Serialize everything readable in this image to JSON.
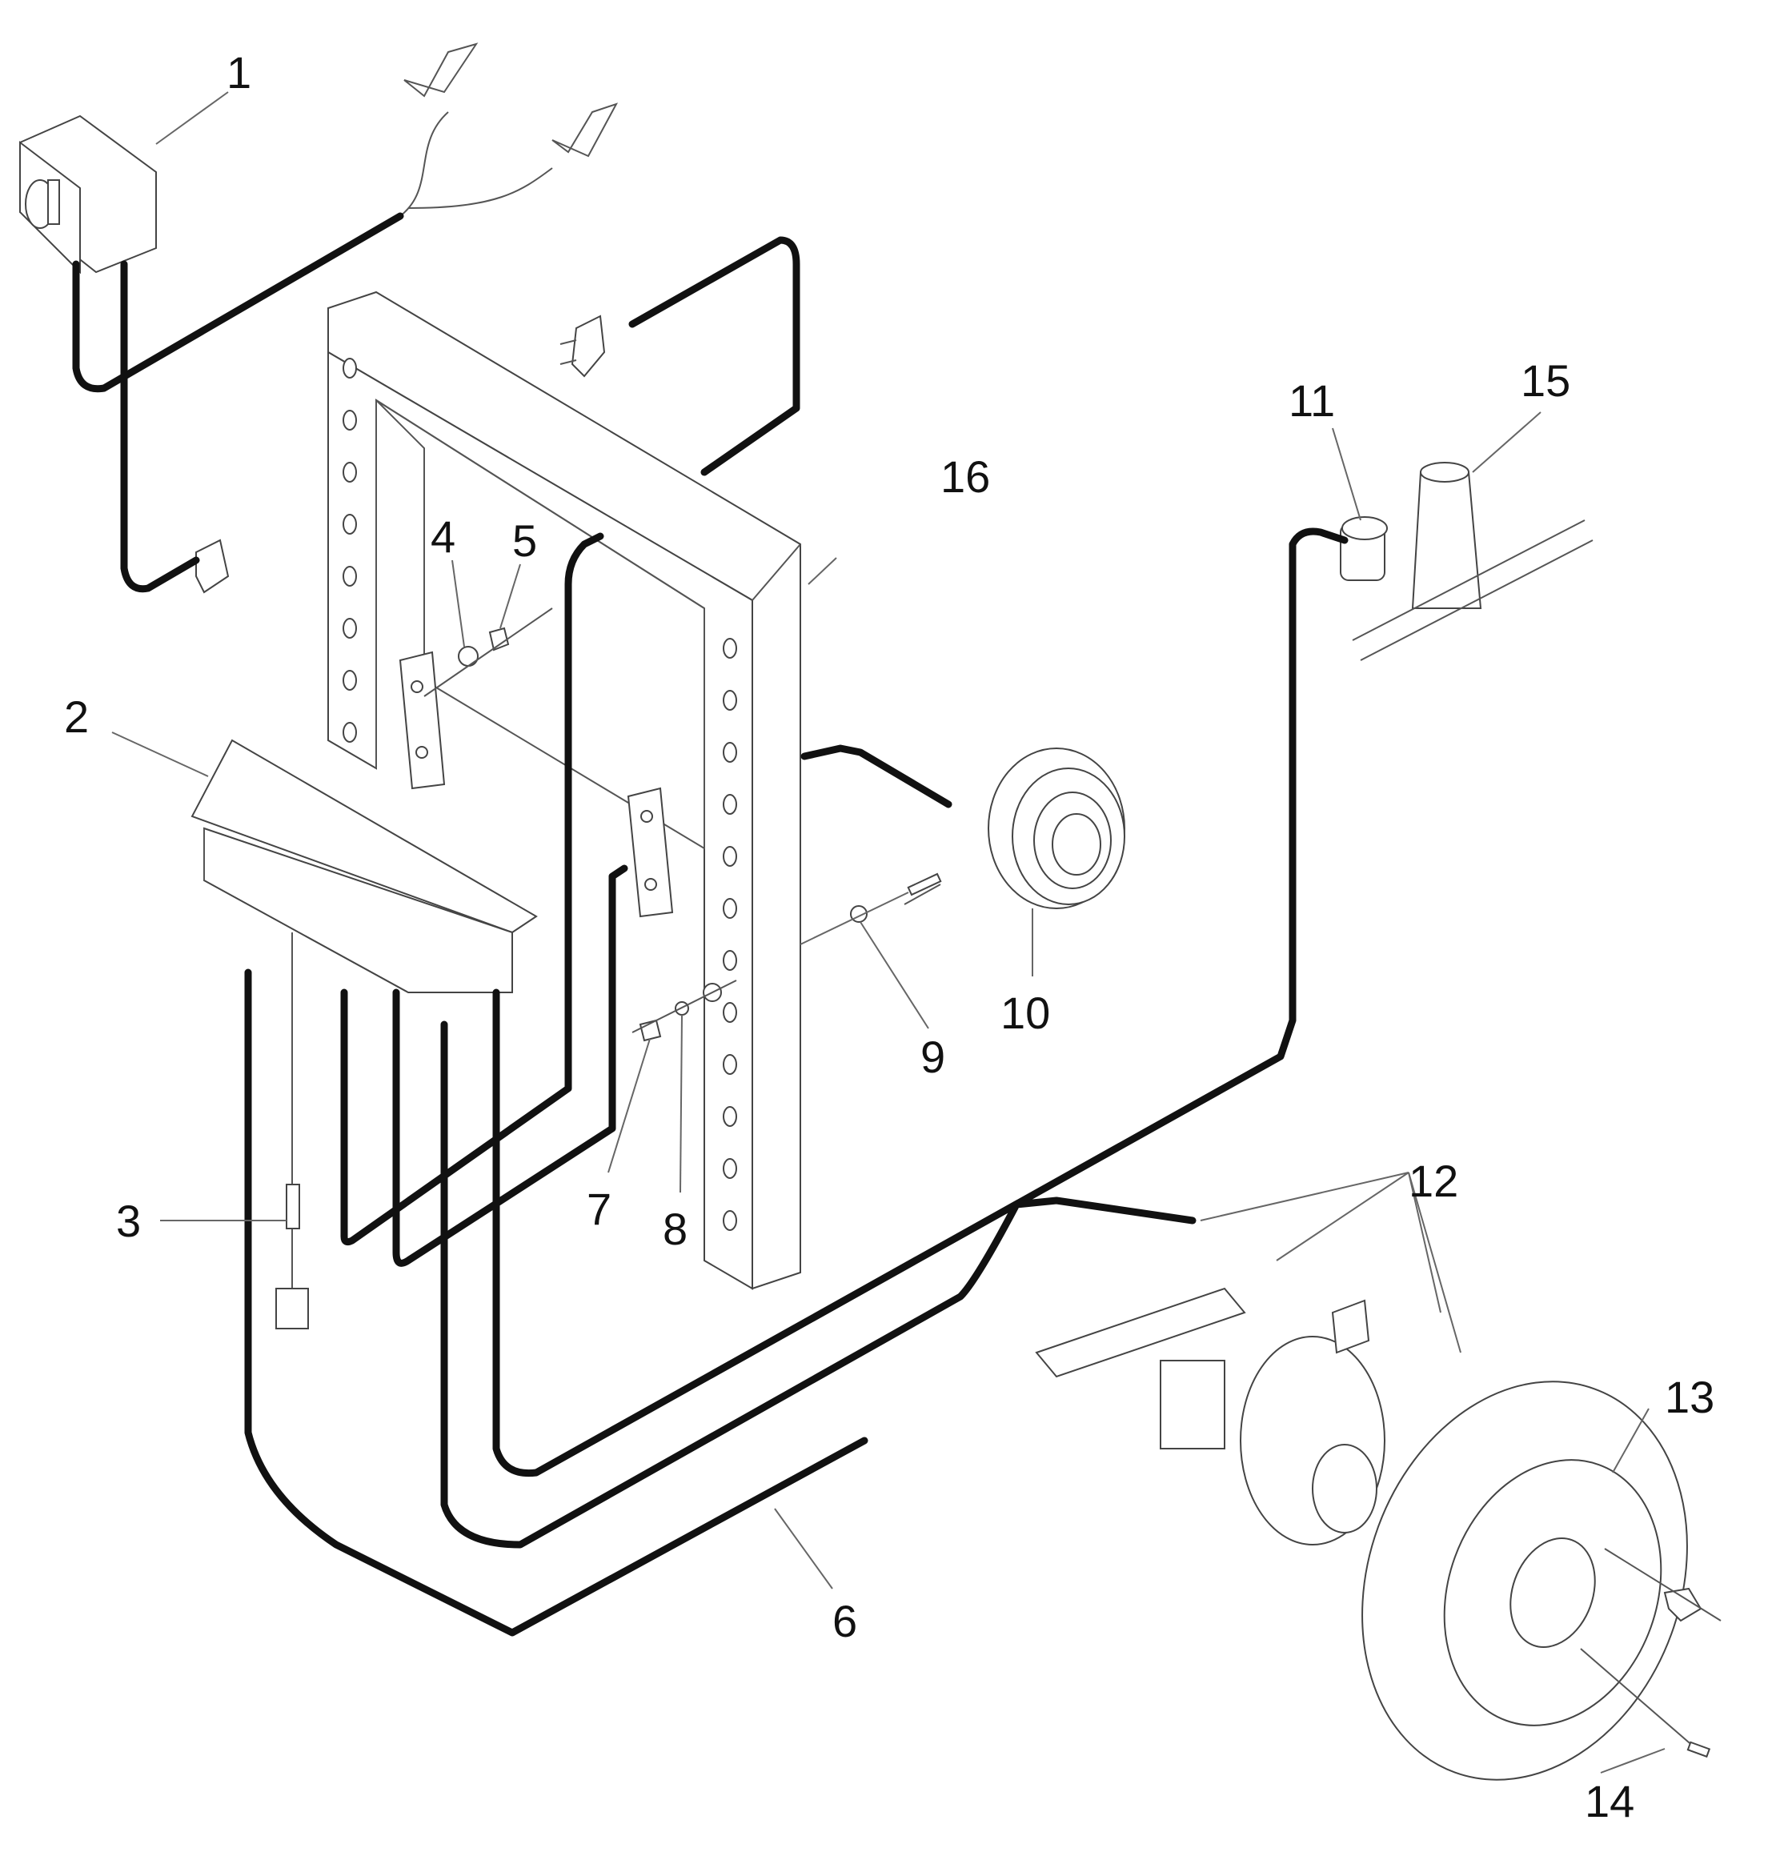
{
  "diagram": {
    "type": "exploded-parts-wiring-diagram",
    "callouts": [
      {
        "id": "1",
        "text": "1",
        "part": "rotary-switch-box"
      },
      {
        "id": "2",
        "text": "2",
        "part": "control-unit-housing"
      },
      {
        "id": "3",
        "text": "3",
        "part": "fuse-holder"
      },
      {
        "id": "4",
        "text": "4",
        "part": "washer"
      },
      {
        "id": "5",
        "text": "5",
        "part": "nut"
      },
      {
        "id": "6",
        "text": "6",
        "part": "ground-cable"
      },
      {
        "id": "7",
        "text": "7",
        "part": "nut"
      },
      {
        "id": "8",
        "text": "8",
        "part": "lock-washer"
      },
      {
        "id": "9",
        "text": "9",
        "part": "washer"
      },
      {
        "id": "10",
        "text": "10",
        "part": "motor"
      },
      {
        "id": "11",
        "text": "11",
        "part": "solenoid-coil"
      },
      {
        "id": "12",
        "text": "12",
        "part": "speed-sensor-kit"
      },
      {
        "id": "13",
        "text": "13",
        "part": "brake-disc"
      },
      {
        "id": "14",
        "text": "14",
        "part": "screw"
      },
      {
        "id": "15",
        "text": "15",
        "part": "valve"
      },
      {
        "id": "16",
        "text": "16",
        "part": "frame"
      }
    ]
  }
}
